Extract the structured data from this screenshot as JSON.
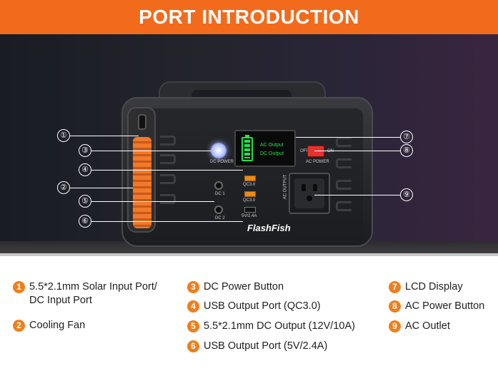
{
  "header": {
    "title": "PORT INTRODUCTION",
    "background": "#f26b1d"
  },
  "device": {
    "brand": "FlashFish",
    "dc_power_label": "DC POWER",
    "ac_power_label": "AC POWER",
    "switch_on": "ON",
    "switch_off": "OFF",
    "lcd_line1": "AC Output",
    "lcd_line2": "DC Output",
    "dc1_label": "DC 1",
    "dc2_label": "DC 2",
    "qc1_label": "QC3.0",
    "qc2_label": "QC3.0",
    "usb_spec_label": "5V/2.4A",
    "ac_output_label": "AC OUTPUT"
  },
  "callouts": [
    "①",
    "②",
    "③",
    "④",
    "⑤",
    "⑥",
    "⑦",
    "⑧",
    "⑨"
  ],
  "legend": [
    {
      "num": "1",
      "line1": "5.5*2.1mm Solar Input Port/",
      "line2": "DC Input Port"
    },
    {
      "num": "2",
      "line1": "Cooling Fan"
    },
    {
      "num": "3",
      "line1": "DC Power Button"
    },
    {
      "num": "4",
      "line1": "USB Output Port (QC3.0)"
    },
    {
      "num": "5",
      "line1": "5.5*2.1mm DC Output (12V/10A)"
    },
    {
      "num": "6",
      "line1": "USB Output Port (5V/2.4A)"
    },
    {
      "num": "7",
      "line1": "LCD Display"
    },
    {
      "num": "8",
      "line1": "AC Power Button"
    },
    {
      "num": "9",
      "line1": "AC Outlet"
    }
  ],
  "colors": {
    "accent": "#f07e1c",
    "lcd_green": "#22e04a",
    "switch_red": "#e7312b"
  }
}
